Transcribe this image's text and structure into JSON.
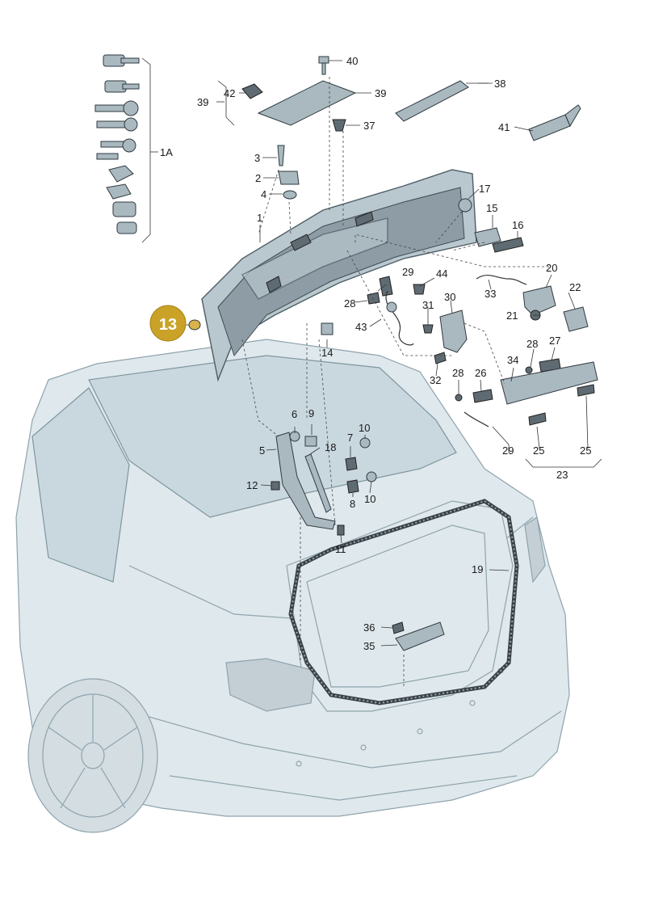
{
  "diagram": {
    "highlight": {
      "label": "13",
      "color": "#c9a227"
    },
    "labels": {
      "p1": "1",
      "p2": "2",
      "p3": "3",
      "p4": "4",
      "p5": "5",
      "p6": "6",
      "p7": "7",
      "p8": "8",
      "p9": "9",
      "p10a": "10",
      "p10b": "10",
      "p11": "11",
      "p12": "12",
      "p14": "14",
      "p15": "15",
      "p16": "16",
      "p17": "17",
      "p18": "18",
      "p19": "19",
      "p20": "20",
      "p21": "21",
      "p22": "22",
      "p23": "23",
      "p25a": "25",
      "p25b": "25",
      "p26": "26",
      "p27": "27",
      "p28a": "28",
      "p28b": "28",
      "p28c": "28",
      "p29a": "29",
      "p29b": "29",
      "p30": "30",
      "p31": "31",
      "p32": "32",
      "p33": "33",
      "p34": "34",
      "p35": "35",
      "p36": "36",
      "p37": "37",
      "p38": "38",
      "p39a": "39",
      "p39b": "39",
      "p40": "40",
      "p41": "41",
      "p42": "42",
      "p43": "43",
      "p44": "44",
      "p1A": "1A"
    }
  }
}
